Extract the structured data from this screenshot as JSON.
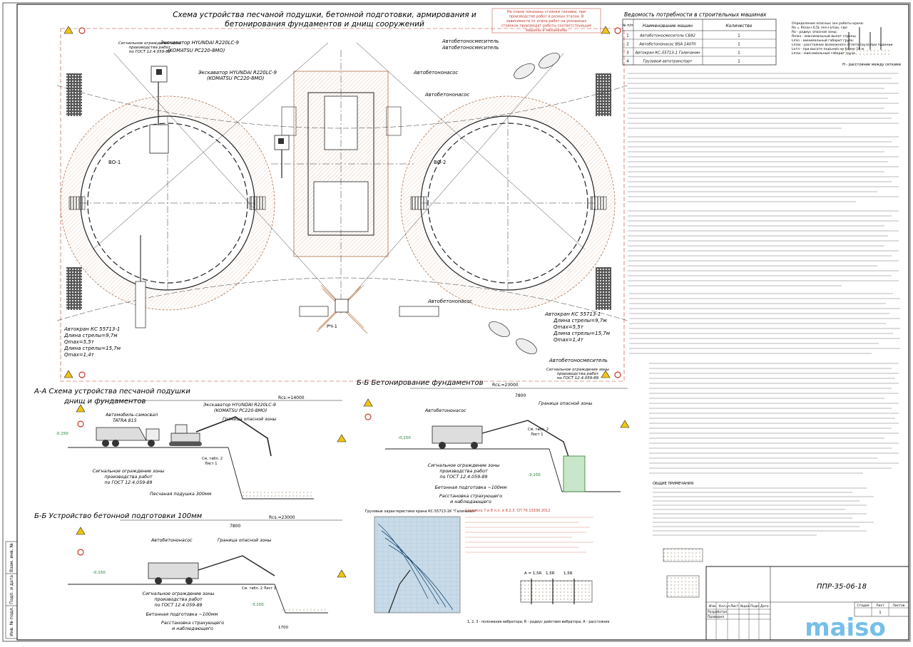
{
  "main_title": [
    "Схема устройства песчаной подушки, бетонной подготовки, армирования и",
    "бетонирования фундаментов и днищ сооружений"
  ],
  "note_red": [
    "На плане показаны стоянки техники, при",
    "производстве работ в разных этапах. В",
    "зависимости от этапа работ на указанных",
    "стоянках производят работы соответствующие",
    "машины и механизмы"
  ],
  "machines_table": {
    "title": "Ведомость потребности в строительных машинах",
    "headers": [
      "№ п/п",
      "Наименование машин",
      "Количество"
    ],
    "rows": [
      [
        "1",
        "Автобетоносмеситель СБ92",
        "1"
      ],
      [
        "2",
        "Автобетононасос BSA 14070",
        "1"
      ],
      [
        "3",
        "Автокран КС-55713-1 Галичанин",
        "1"
      ],
      [
        "4",
        "Грузовой автотранспорт",
        "1"
      ]
    ]
  },
  "legend_right": [
    "Определение опасных зон работы крана:",
    "Ro = Rmax+0,5L min+Lmax, где:",
    "Ro - радиус опасной зоны;",
    "Rmax - максимальный вылет стрелы;",
    "Lmin - минимальный габарит груза;",
    "Lmax - расстояние возможного отлета груза при падении",
    "Lотл - при высоте подъема не более 10 м",
    "Lmax - максимальный габарит груза"
  ],
  "h_caption": "H - расстояние между сетками",
  "plan_labels": {
    "excavator_top": [
      "Экскаватор HYUNDAI R220LC-9",
      "(KOMATSU PC220-8MO)"
    ],
    "excavator_top2": [
      "Экскаватор HYUNDAI R220LC-9",
      "(KOMATSU PC220-8MO)"
    ],
    "mixer_top": [
      "Автобетоносмеситель",
      "Автобетоносмеситель"
    ],
    "pump_top": "Автобетононасос",
    "pump_mid": "Автобетононасос",
    "pump_bottom": "Автобетононасос",
    "signal_fence": [
      "Сигнальное ограждение зоны",
      "производства работ",
      "по ГОСТ 12.4.059-89"
    ],
    "vo1": "ВО-1",
    "vo2": "ВО-2",
    "rch": "РЧ-1",
    "crane_left": [
      "Автокран КС 55713-1",
      "Длина стрелы=9,7м",
      "Qmax=5,5т",
      "Длина стрелы=15,7м",
      "Qmax=1,4т"
    ],
    "crane_right": [
      "Автокран КС 55713-1",
      "Длина стрелы=9,7м",
      "Qmax=5,5т",
      "Длина стрелы=15,7м",
      "Qmax=1,4т"
    ],
    "mixer_bottom": "Автобетоносмеситель",
    "signal_fence2": [
      "Сигнальное ограждение зоны",
      "производства работ",
      "по ГОСТ 12.4.059-89"
    ]
  },
  "section_aa": {
    "title": [
      "А-А Схема устройства песчаной подушки",
      "днищ и фундаментов"
    ],
    "dumptruck": [
      "Автомобиль-самосвал",
      "TATRA 815"
    ],
    "excavator": [
      "Экскаватор HYUNDAI R220LC-9",
      "(KOMATSU PC220-8MO)"
    ],
    "danger": "Граница опасной зоны",
    "signal": [
      "Сигнальное ограждение зоны",
      "производства работ",
      "по ГОСТ 12.4.059-89"
    ],
    "cushion": "Песчаная подушка 300мм",
    "rcs": "Rcs.=14000",
    "level": "-0,150",
    "table_ref": [
      "См. табл. 2",
      "Лист 1"
    ]
  },
  "section_bb2": {
    "title": "Б-Б Устройство бетонной подготовки 100мм",
    "pump": "Автобетононасос",
    "danger": "Граница опасной зоны",
    "signal": [
      "Сигнальное ограждение зоны",
      "производства работ",
      "по ГОСТ 12.4.059-89"
    ],
    "prep": "Бетонная подготовка ~100мм",
    "insure": [
      "Расстановка страхующего",
      "и наблюдающего"
    ],
    "rcs": "Rcs.=23000",
    "dim": "7800",
    "level1": "-0,150",
    "level2": "-3,150",
    "bottom_dim": "1700",
    "table_ref": "См. табл. 2 Лист 1"
  },
  "section_bb1": {
    "title": "Б-Б Бетонирование фундаментов",
    "pump": "Автобетононасос",
    "danger": "Граница опасной зоны",
    "signal": [
      "Сигнальное ограждение зоны",
      "производства работ",
      "по ГОСТ 12.4.059-89"
    ],
    "prep": "Бетонная подготовка ~100мм",
    "insure": [
      "Расстановка страхующего",
      "и наблюдающего"
    ],
    "rcs": "Rcs.=23000",
    "dim": "7800",
    "level1": "-0,150",
    "level2": "-3,150",
    "table_ref": [
      "См. табл. 2",
      "Лист 1"
    ]
  },
  "crane_chart_title": "Грузовые характеристики крана КС-55713-1К \"Галичанин\"",
  "red_note_bottom": "Согласно 7 и 8 п.п. и 8.2.3. СП 70.13330.2012",
  "vibrator_caption": "1, 2, 3 - положение вибратора; R - радиус действия вибратора; A - расстояние",
  "dim_labels": [
    "A = 1,5R",
    "1,5R",
    "1,5R"
  ],
  "stamp": {
    "code": "ППР-35-06-18",
    "cols": [
      "Изм.",
      "Кол.уч",
      "Лист",
      "№док",
      "Подп.",
      "Дата"
    ],
    "stage_headers": [
      "Стадия",
      "Лист",
      "Листов"
    ],
    "stage_values": [
      "",
      "1",
      ""
    ],
    "developed": "Разработал",
    "checked": "Проверил"
  },
  "general_notes_title": "ОБЩИЕ ПРИМЕЧАНИЯ",
  "side_stamp": [
    "Инв. № подл.",
    "Подп. и дата",
    "Взам. инв. №"
  ],
  "watermark": "maiso"
}
